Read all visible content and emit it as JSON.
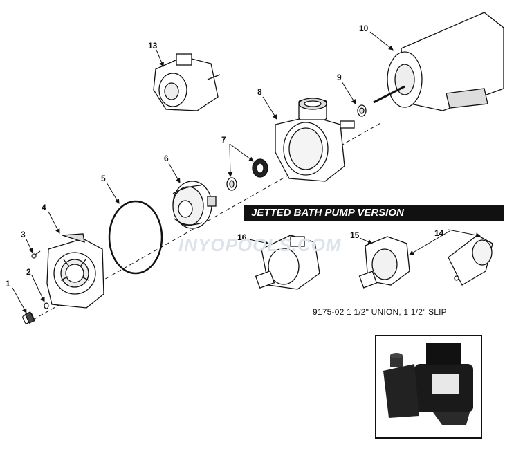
{
  "callouts": {
    "c1": "1",
    "c2": "2",
    "c3": "3",
    "c4": "4",
    "c5": "5",
    "c6": "6",
    "c7": "7",
    "c8": "8",
    "c9": "9",
    "c10": "10",
    "c13": "13",
    "c14": "14",
    "c15": "15",
    "c16": "16"
  },
  "banner_text": "JETTED BATH PUMP VERSION",
  "model_text": "9175-02 1 1/2\" UNION, 1 1/2\" SLIP",
  "watermark_text": "INYOPOOLS.COM",
  "icons": [
    "drain-plug-icon",
    "o-ring-icon",
    "screw-icon",
    "faceplate-icon",
    "gasket-icon",
    "impeller-icon",
    "seal-icon",
    "volute-icon",
    "slinger-icon",
    "motor-icon",
    "wet-end-icon",
    "jetted-volute-icon",
    "trim-plate-icon"
  ]
}
